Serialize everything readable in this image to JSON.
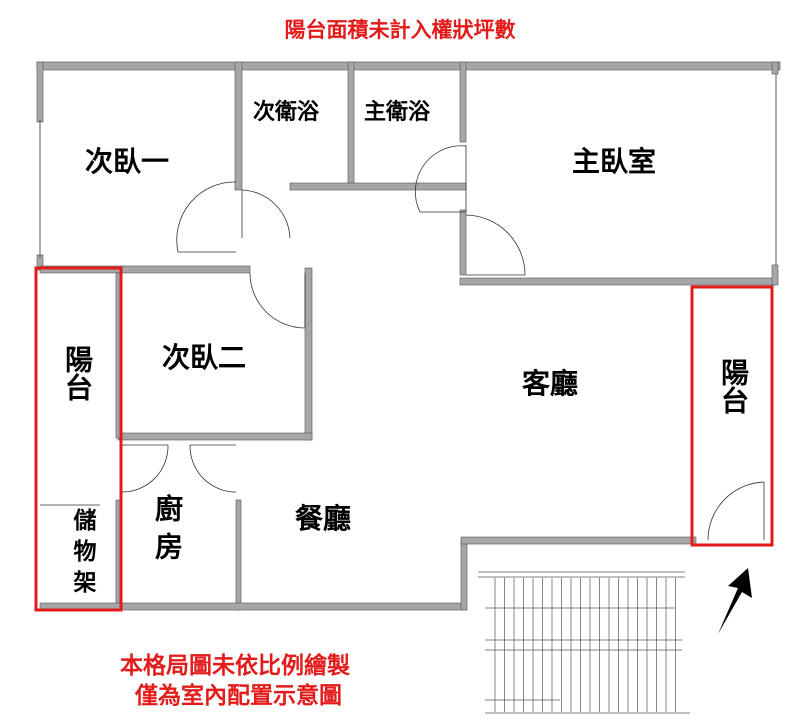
{
  "title": "陽台面積未計入權狀坪數",
  "rooms": {
    "bedroom2": "次臥一",
    "bath2": "次衛浴",
    "master_bath": "主衛浴",
    "master_bedroom": "主臥室",
    "balcony_left": "陽台",
    "bedroom3": "次臥二",
    "living": "客廳",
    "balcony_right": "陽台",
    "dining": "餐廳",
    "kitchen": "廚房",
    "storage": "儲物架"
  },
  "notes": [
    "本格局圖未依比例繪製",
    "僅為室內配置示意圖"
  ],
  "colors": {
    "wall": "#a6a6a6",
    "highlight": "#e31b1b",
    "text_red": "#e31b1b"
  }
}
